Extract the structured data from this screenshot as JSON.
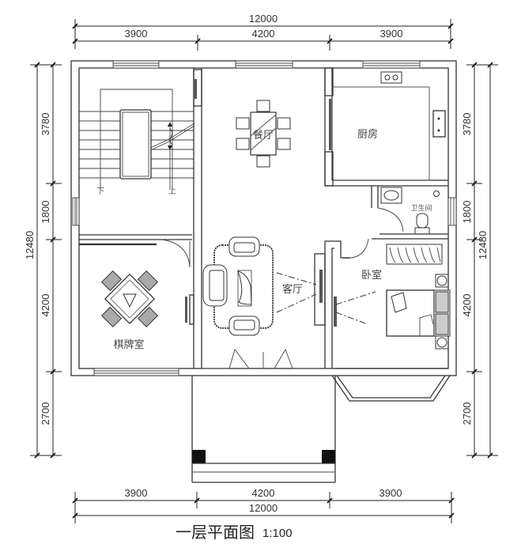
{
  "plan": {
    "title": "一层平面图",
    "scale": "1:100"
  },
  "dimensions": {
    "top": {
      "total": "12000",
      "segments": [
        "3900",
        "4200",
        "3900"
      ]
    },
    "bottom": {
      "total": "12000",
      "segments": [
        "3900",
        "4200",
        "3900"
      ]
    },
    "left": {
      "total": "12480",
      "segments": [
        "3780",
        "1800",
        "4200",
        "2700"
      ]
    },
    "right": {
      "total": "12480",
      "segments": [
        "3780",
        "1800",
        "4200",
        "2700"
      ]
    }
  },
  "rooms": {
    "dining": "餐厅",
    "kitchen": "厨房",
    "bathroom": "卫生间",
    "living": "客厅",
    "bedroom": "卧室",
    "chess_room": "棋牌室"
  },
  "stair_labels": {
    "down": "下",
    "up": "上"
  },
  "colors": {
    "line": "#333333",
    "background": "#ffffff",
    "column": "#111111"
  }
}
